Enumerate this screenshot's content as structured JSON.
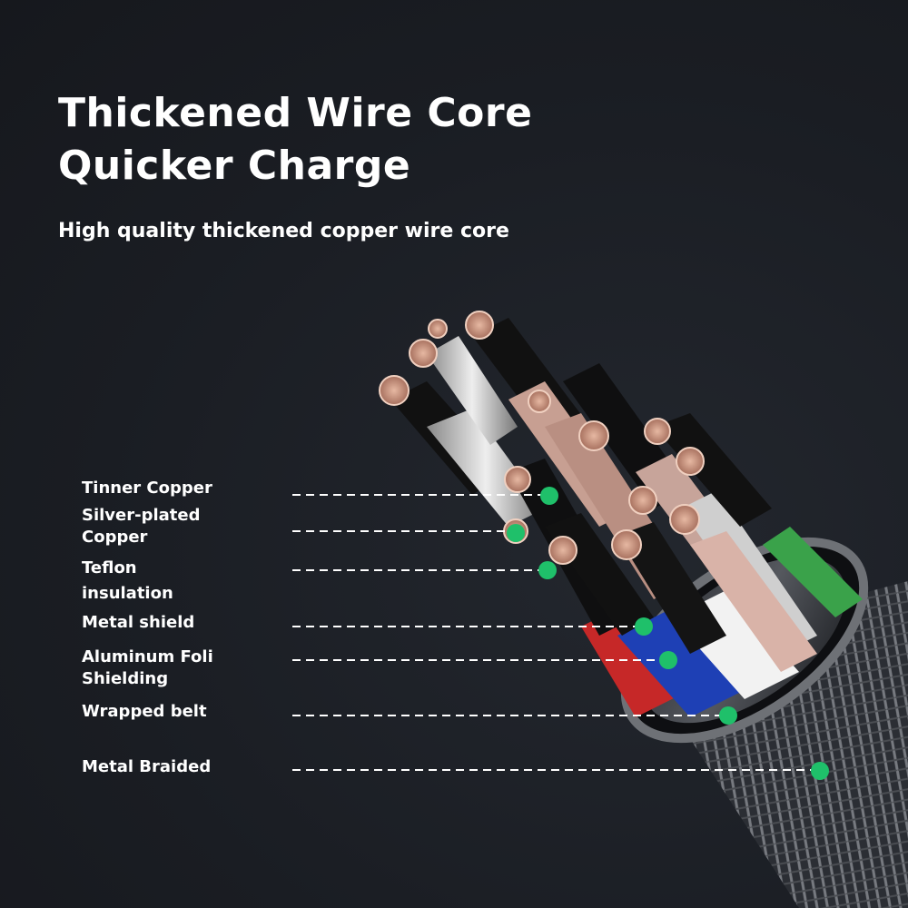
{
  "heading": {
    "line1": "Thickened Wire Core",
    "line2": "Quicker Charge",
    "subtitle": "High quality thickened copper wire core"
  },
  "layers": [
    {
      "lines": [
        "Tinner Copper"
      ]
    },
    {
      "lines": [
        "Silver-plated",
        "Copper"
      ]
    },
    {
      "lines": [
        "Teflon",
        "insulation"
      ]
    },
    {
      "lines": [
        "Metal shield"
      ]
    },
    {
      "lines": [
        "Aluminum Foli",
        "Shielding"
      ]
    },
    {
      "lines": [
        "Wrapped belt"
      ]
    },
    {
      "lines": [
        "Metal Braided"
      ]
    }
  ],
  "colors": {
    "background": "#1b1e24",
    "text": "#ffffff",
    "marker": "#1fc06a",
    "copper": "#c99a86",
    "jacket": "#111111"
  },
  "icons": {
    "marker": "green-dot-icon"
  }
}
